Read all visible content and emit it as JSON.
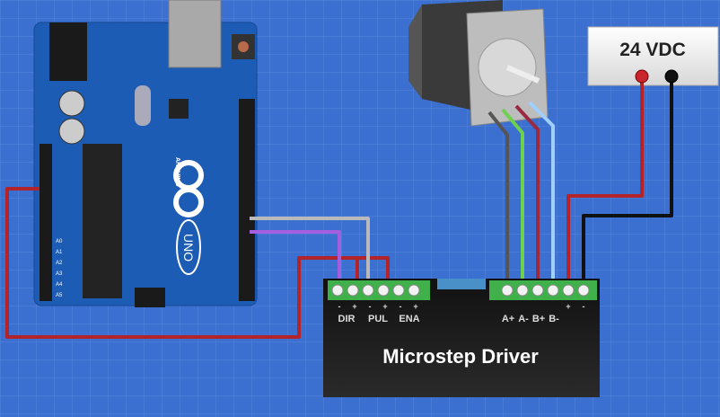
{
  "power_supply": {
    "label": "24 VDC"
  },
  "driver": {
    "title": "Microstep Driver",
    "signal_labels": [
      "DIR",
      "PUL",
      "ENA"
    ],
    "signal_polarity": [
      "-",
      "+",
      "-",
      "+",
      "-",
      "+"
    ],
    "motor_labels": [
      "A+",
      "A-",
      "B+",
      "B-"
    ],
    "power_polarity": [
      "+",
      "-"
    ]
  },
  "arduino": {
    "brand": "ARDUINO",
    "model": "UNO",
    "analog_pins": [
      "A0",
      "A1",
      "A2",
      "A3",
      "A4",
      "A5"
    ]
  },
  "colors": {
    "background": "#3b6fd0",
    "board": "#1d5cb4",
    "wire_red": "#b3232a",
    "wire_black": "#111111",
    "wire_purple": "#a45ee0",
    "wire_gray": "#b9b9b9",
    "wire_green": "#6fd04f",
    "wire_blue": "#9fd0ff",
    "terminal_green": "#3fb04a"
  }
}
